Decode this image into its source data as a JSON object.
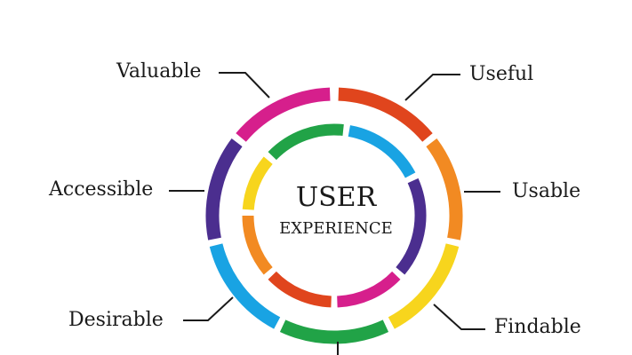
{
  "center": {
    "title": "USER",
    "subtitle": "EXPERIENCE"
  },
  "labels": {
    "valuable": "Valuable",
    "useful": "Useful",
    "accessible": "Accessible",
    "usable": "Usable",
    "desirable": "Desirable",
    "findable": "Findable"
  },
  "colors": {
    "valuable": "#d61f8c",
    "useful": "#e0451d",
    "usable": "#f28a22",
    "findable": "#f7d51d",
    "credible": "#21a347",
    "desirable": "#19a3e3",
    "accessible": "#4b2e8f",
    "connector": "#1a1a1a"
  }
}
